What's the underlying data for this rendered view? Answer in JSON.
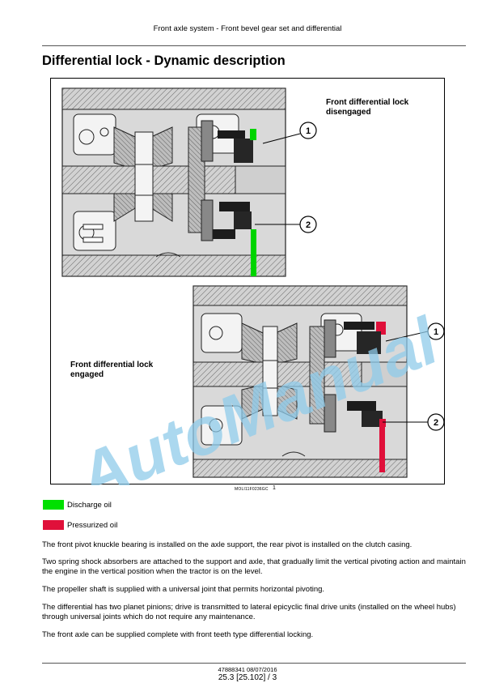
{
  "header": {
    "running_head": "Front axle system - Front bevel gear set and differential"
  },
  "section": {
    "title": "Differential lock - Dynamic description"
  },
  "figure": {
    "label_disengaged": [
      "Front differential lock",
      "disengaged"
    ],
    "label_engaged": [
      "Front differential lock",
      "engaged"
    ],
    "callouts": [
      "1",
      "2",
      "1",
      "2"
    ],
    "image_id": "MOLI11F0236GC",
    "figure_number": "1"
  },
  "legend": {
    "items": [
      {
        "label": "Discharge oil",
        "color": "#00e000"
      },
      {
        "label": "Pressurized oil",
        "color": "#e0103a"
      }
    ]
  },
  "paragraphs": [
    "The front pivot knuckle bearing is installed on the axle support, the rear pivot is installed on the clutch casing.",
    "Two spring shock absorbers are attached to the support and axle, that gradually limit the vertical pivoting action and maintain the engine in the vertical position when the tractor is on the level.",
    "The propeller shaft is supplied with a universal joint that permits horizontal pivoting.",
    "The differential has two planet pinions; drive is transmitted to lateral epicyclic final drive units (installed on the wheel hubs) through universal joints which do not require any maintenance.",
    "The front axle can be supplied complete with front teeth type differential locking."
  ],
  "footer": {
    "doc_ref": "47888341 08/07/2016",
    "page": "25.3 [25.102] / 3"
  },
  "watermark": {
    "text": "AutoManual"
  }
}
